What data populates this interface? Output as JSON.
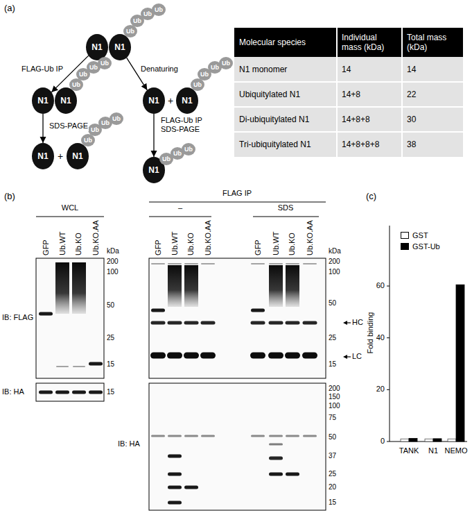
{
  "diagram": {
    "nodes": [
      {
        "text": [
          "N1"
        ]
      },
      {
        "text": [
          "N1"
        ]
      },
      {
        "text": [
          "Ub"
        ]
      },
      {
        "text": [
          "Ub"
        ]
      },
      {
        "text": [
          "Ub"
        ]
      },
      {
        "text": [
          "Ub"
        ]
      },
      {
        "text": [
          "N1"
        ]
      },
      {
        "text": [
          "N1"
        ]
      },
      {
        "text": [
          "Ub"
        ]
      },
      {
        "text": [
          "Ub"
        ]
      },
      {
        "text": [
          "Ub"
        ]
      },
      {
        "text": [
          "Ub"
        ]
      },
      {
        "text": [
          "N1"
        ]
      },
      {
        "text": [
          "N1"
        ]
      },
      {
        "text": [
          "Ub"
        ]
      },
      {
        "text": [
          "Ub"
        ]
      },
      {
        "text": [
          "Ub"
        ]
      },
      {
        "text": [
          "Ub"
        ]
      },
      {
        "text": [
          "N1"
        ]
      },
      {
        "text": [
          "N1"
        ]
      },
      {
        "text": [
          "Ub"
        ]
      },
      {
        "text": [
          "Ub"
        ]
      },
      {
        "text": [
          "Ub"
        ]
      },
      {
        "text": [
          "Ub"
        ]
      },
      {
        "text": [
          "N1"
        ]
      },
      {
        "text": [
          "Ub"
        ]
      },
      {
        "text": [
          "Ub"
        ]
      },
      {
        "text": [
          "Ub"
        ]
      }
    ],
    "edges": [
      {
        "from": 0,
        "to": 6,
        "arrow": "to",
        "label": "FLAG-Ub IP"
      },
      {
        "from": 1,
        "to": 12,
        "arrow": "to",
        "label": "Denaturing"
      },
      {
        "from": 6,
        "to": 18,
        "arrow": "to",
        "label": "SDS-PAGE"
      },
      {
        "from": 12,
        "to": 24,
        "arrow": "to",
        "label": "FLAG-Ub IP SDS-PAGE"
      }
    ],
    "labels": [
      "(a)",
      "Molecular species",
      "Individual mass (kDa)",
      "Total mass (kDa)",
      "N1 monomer",
      "14",
      "14",
      "Ubiquitylated N1",
      "14+8",
      "22",
      "Di-ubiquitylated N1",
      "14+8+8",
      "30",
      "Tri-ubiquitylated N1",
      "14+8+8+8",
      "38",
      "(b)",
      "FLAG IP",
      "WCL",
      "–",
      "SDS",
      "GFP",
      "Ub.WT",
      "Ub.KO",
      "Ub.KO.AA",
      "GFP",
      "Ub.WT",
      "Ub.KO",
      "Ub.KO.AA",
      "GFP",
      "Ub.WT",
      "Ub.KO",
      "Ub.KO.AA",
      "kDa",
      "200",
      "100",
      "50",
      "25",
      "15",
      "IB: FLAG",
      "15",
      "IB: HA",
      "kDa",
      "200",
      "100",
      "50",
      "25",
      "15",
      "HC",
      "LC",
      "200",
      "150",
      "100",
      "75",
      "50",
      "37",
      "25",
      "20",
      "15",
      "IB: HA",
      "(c)",
      "Fold binding",
      "0",
      "20",
      "40",
      "60",
      "TANK",
      "N1",
      "NEMO",
      "+",
      "+"
    ],
    "legend": [
      {
        "text": "GST",
        "color": "#ffffff"
      },
      {
        "text": "GST-Ub",
        "color": "#000000"
      }
    ]
  }
}
